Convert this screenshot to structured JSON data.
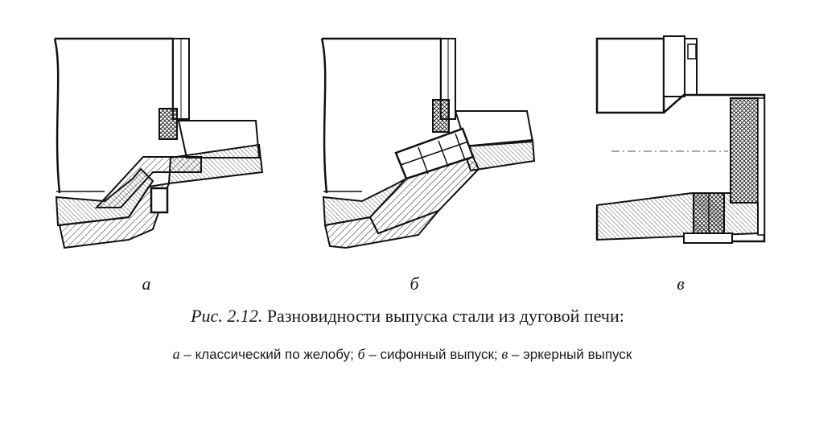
{
  "panels": {
    "a": {
      "label": "а"
    },
    "b": {
      "label": "б"
    },
    "c": {
      "label": "в"
    }
  },
  "caption": {
    "figure_number": "Рис. 2.12.",
    "title": "Разновидности выпуска стали из дуговой печи:"
  },
  "legend": {
    "a_letter": "а",
    "a_text": "– классический по желобу;",
    "b_letter": "б",
    "b_text": "– сифонный выпуск;",
    "c_letter": "в",
    "c_text": "– эркерный выпуск"
  }
}
